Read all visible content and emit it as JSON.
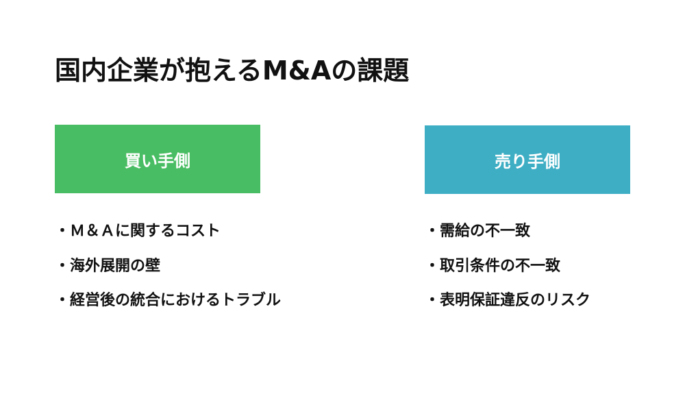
{
  "title": "国内企業が抱えるM&Aの課題",
  "buyer": {
    "header": "買い手側",
    "color": "#49bd63",
    "items": [
      "・Ｍ＆Ａに関するコスト",
      "・海外展開の壁",
      "・経営後の統合におけるトラブル"
    ]
  },
  "seller": {
    "header": "売り手側",
    "color": "#3eaec4",
    "items": [
      "・需給の不一致",
      "・取引条件の不一致",
      "・表明保証違反のリスク"
    ]
  }
}
